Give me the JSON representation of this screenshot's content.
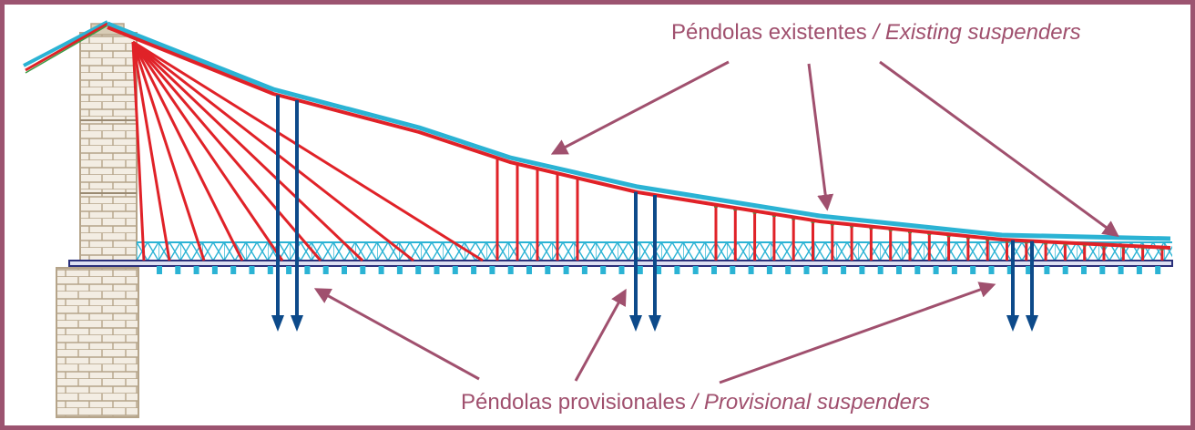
{
  "labels": {
    "existing_es": "Péndolas existentes",
    "existing_en": "/ Existing suspenders",
    "provisional_es": "Péndolas provisionales",
    "provisional_en": "/ Provisional suspenders"
  },
  "colors": {
    "frame": "#9c5470",
    "text": "#a0506e",
    "arrow": "#a0506e",
    "cable_existing": "#e02228",
    "cable_original": "#2bb3d4",
    "cable_green": "#3d9a44",
    "suspender_existing": "#e02228",
    "suspender_provisional": "#0d4a8a",
    "truss": "#2bb3d4",
    "deck": "#2a2f7a",
    "tower": "#b5a48a"
  },
  "icons": [
    "arrow-head-icon",
    "down-arrow-icon"
  ]
}
